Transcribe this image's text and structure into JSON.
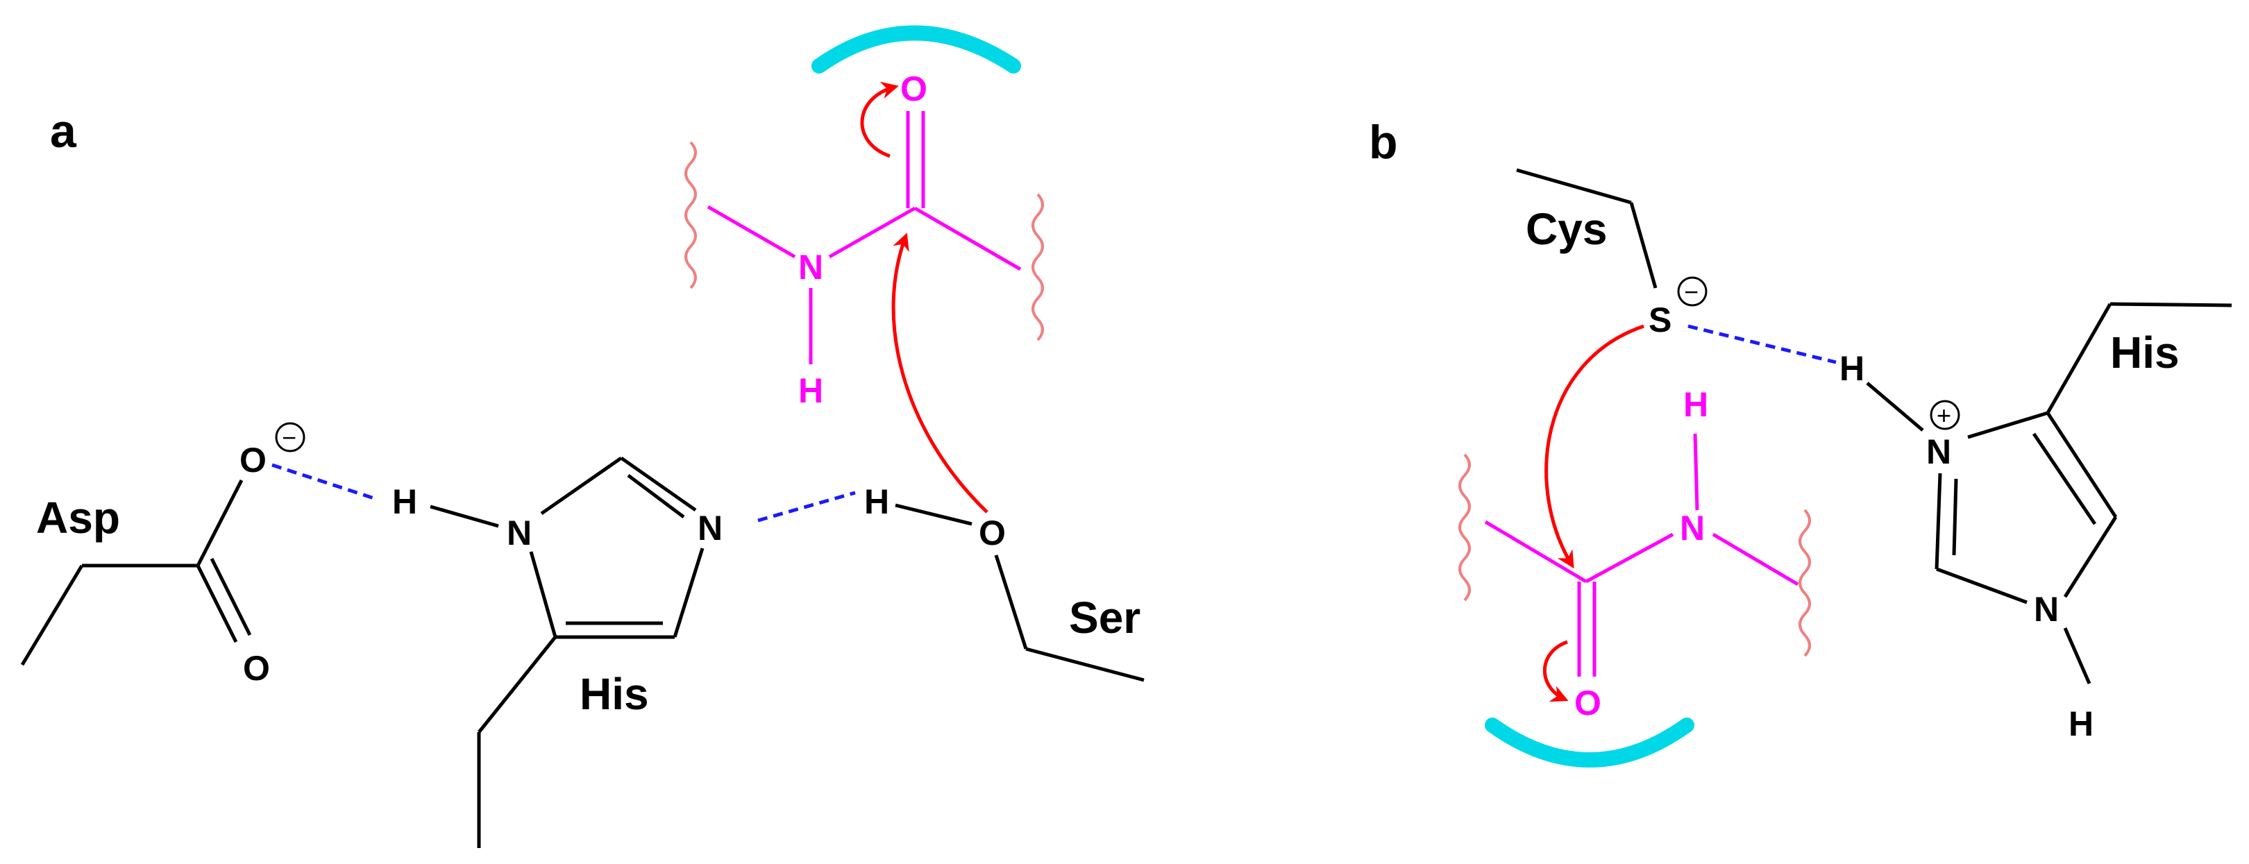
{
  "colors": {
    "bond": "#000000",
    "substrate": "#ff00ff",
    "arrow": "#ff0000",
    "hbond": "#1a1aff",
    "wavy": "#f08080",
    "oxyanion_hole": "#00d8e8"
  },
  "panel_a": {
    "label": "a",
    "residues": {
      "asp": "Asp",
      "his": "His",
      "ser": "Ser"
    },
    "atoms": {
      "asp_o_minus": "O",
      "asp_o": "O",
      "his_h": "H",
      "his_n1": "N",
      "his_n3": "N",
      "ser_h": "H",
      "ser_o": "O",
      "sub_n": "N",
      "sub_h": "H",
      "sub_o": "O"
    },
    "charges": {
      "asp": "−"
    }
  },
  "panel_b": {
    "label": "b",
    "residues": {
      "cys": "Cys",
      "his": "His"
    },
    "atoms": {
      "cys_s": "S",
      "his_h_top": "H",
      "his_n_plus": "N",
      "his_n_bottom": "N",
      "his_h_bottom": "H",
      "sub_h": "H",
      "sub_n": "N",
      "sub_o": "O"
    },
    "charges": {
      "cys": "−",
      "his": "+"
    }
  }
}
